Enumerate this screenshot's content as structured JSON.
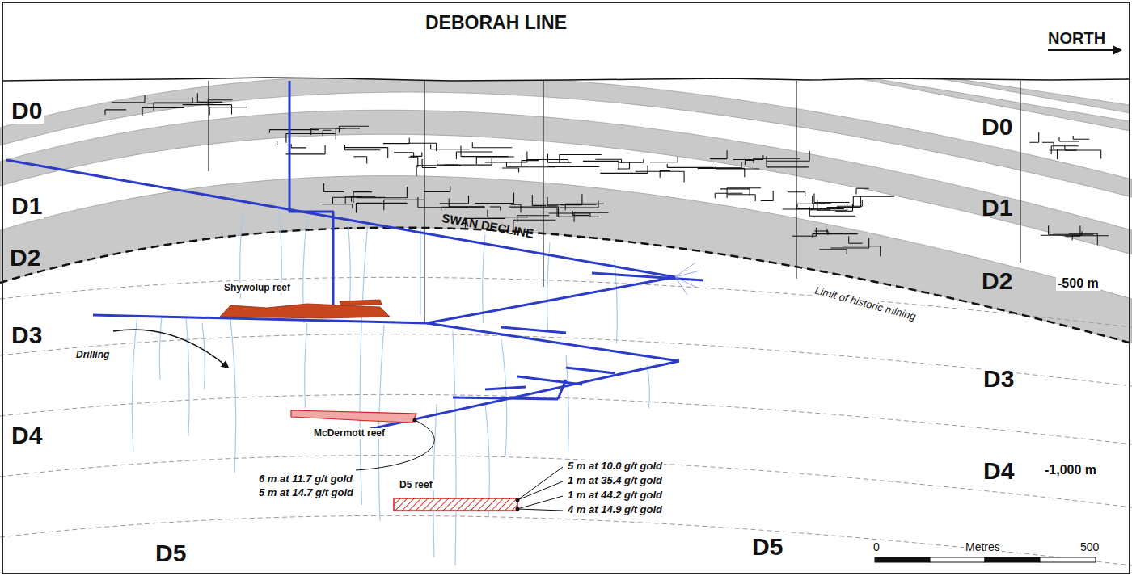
{
  "diagram": {
    "title": "DEBORAH LINE",
    "labels": [
      "NORTH",
      "D0",
      "D1",
      "D2",
      "D0",
      "D1",
      "D2",
      "-500 m",
      "D3",
      "D3",
      "D4",
      "D4",
      "-1,000 m",
      "D5",
      "D5",
      "SWAN DECLINE",
      "Limit of historic mining",
      "Shywolup reef",
      "Drilling",
      "McDermott reef",
      "6 m at 11.7 g/t gold",
      "5 m at 14.7 g/t gold",
      "5 m at 10.0 g/t gold",
      "1 m at 35.4 g/t gold",
      "1 m at 44.2 g/t gold",
      "4 m at 14.9 g/t gold",
      "D5 reef",
      "Metres",
      "0",
      "500"
    ]
  }
}
